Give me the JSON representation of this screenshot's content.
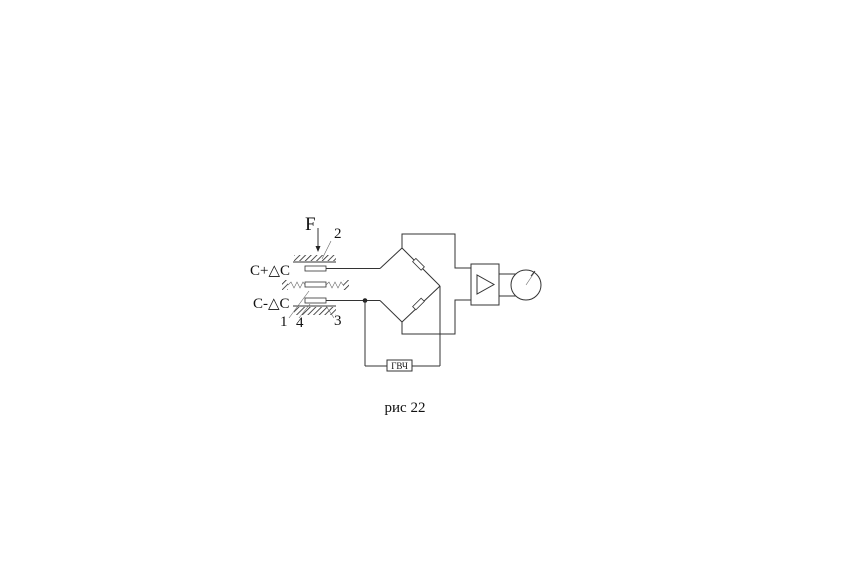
{
  "figure": {
    "labels": {
      "force": "F",
      "part_2": "2",
      "part_1": "1",
      "part_4": "4",
      "part_3": "3",
      "cap_plus": "C+△C",
      "cap_minus": "C-△C",
      "generator": "ГВЧ"
    },
    "caption": "рис 22"
  }
}
